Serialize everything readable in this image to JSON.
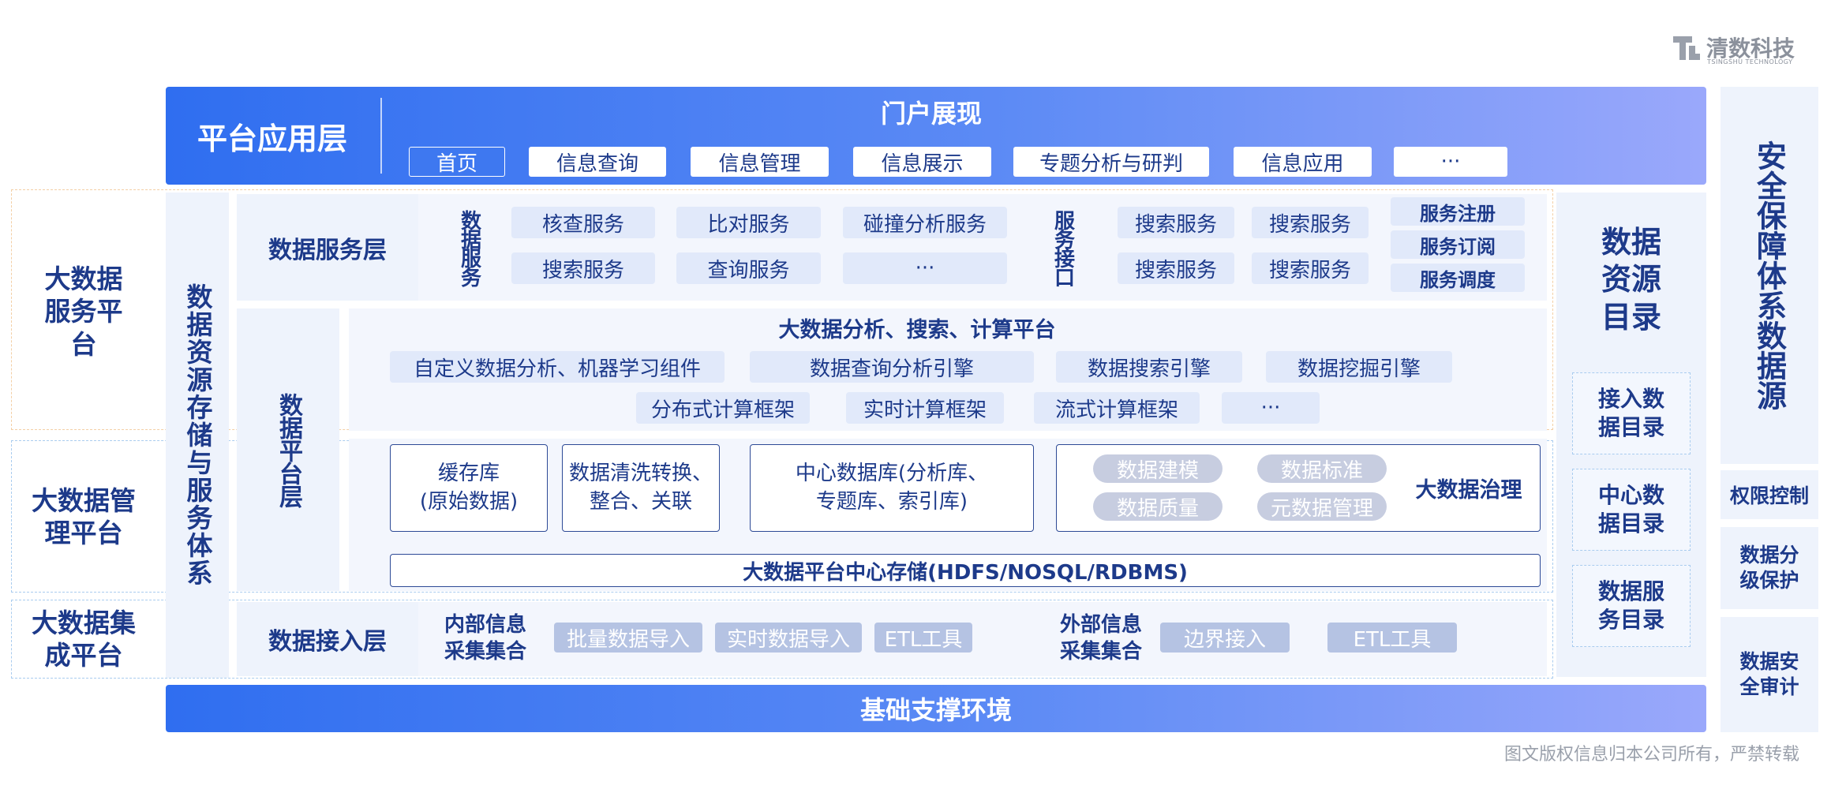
{
  "logo": {
    "name": "清数科技",
    "sub": "TSINGSHU TECHNOLOGY"
  },
  "copyright": "图文版权信息归本公司所有，严禁转载",
  "left_platforms": [
    "大数据服务平台",
    "大数据管理平台",
    "大数据集成平台"
  ],
  "storage_system": "数据资源存储与服务体系",
  "app_layer": {
    "title": "平台应用层",
    "portal": "门户展现",
    "tabs": [
      "首页",
      "信息查询",
      "信息管理",
      "信息展示",
      "专题分析与研判",
      "信息应用",
      "···"
    ]
  },
  "service_layer": {
    "title": "数据服务层",
    "data_service_label": "数据服务",
    "data_services": [
      "核查服务",
      "比对服务",
      "碰撞分析服务",
      "搜索服务",
      "查询服务",
      "···"
    ],
    "interface_label": "服务接口",
    "interfaces": [
      "搜索服务",
      "搜索服务",
      "搜索服务",
      "搜索服务"
    ],
    "registry": [
      "服务注册",
      "服务订阅",
      "服务调度"
    ]
  },
  "platform_layer": {
    "title": "数据平台层",
    "analysis_title": "大数据分析、搜索、计算平台",
    "row1": [
      "自定义数据分析、机器学习组件",
      "数据查询分析引擎",
      "数据搜索引擎",
      "数据挖掘引擎"
    ],
    "row2": [
      "分布式计算框架",
      "实时计算框架",
      "流式计算框架",
      "···"
    ],
    "cache": [
      "缓存库",
      "(原始数据)"
    ],
    "cleansing": [
      "数据清洗转换、",
      "整合、关联"
    ],
    "center_db": [
      "中心数据库(分析库、",
      "专题库、索引库)"
    ],
    "governance_title": "大数据治理",
    "governance": [
      "数据建模",
      "数据标准",
      "数据质量",
      "元数据管理"
    ],
    "storage": "大数据平台中心存储(HDFS/NOSQL/RDBMS)"
  },
  "access_layer": {
    "title": "数据接入层",
    "internal": [
      "内部信息",
      "采集集合"
    ],
    "internal_items": [
      "批量数据导入",
      "实时数据导入",
      "ETL工具"
    ],
    "external": [
      "外部信息",
      "采集集合"
    ],
    "external_items": [
      "边界接入",
      "ETL工具"
    ]
  },
  "foundation": "基础支撑环境",
  "catalog": {
    "title": [
      "数据",
      "资源",
      "目录"
    ],
    "items": [
      [
        "接入数",
        "据目录"
      ],
      [
        "中心数",
        "据目录"
      ],
      [
        "数据服",
        "务目录"
      ]
    ]
  },
  "security": {
    "title": "安全保障体系数据源",
    "items": [
      [
        "权限控制"
      ],
      [
        "数据分",
        "级保护"
      ],
      [
        "数据安",
        "全审计"
      ]
    ]
  },
  "colors": {
    "primary": "#2f6ef0",
    "navy": "#1d3a8a",
    "panel": "#eef3fc"
  }
}
